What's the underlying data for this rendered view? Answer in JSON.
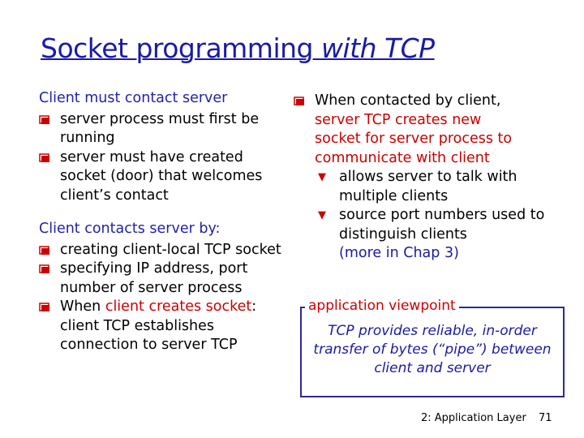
{
  "title": {
    "part1": "Socket programming ",
    "part2": "with TCP"
  },
  "left": {
    "lead1": "Client must contact server",
    "bullets1": [
      "server process must first be running",
      "server must have created socket (door) that welcomes client’s contact"
    ],
    "lead2": "Client contacts server by:",
    "bullets2": [
      "creating client-local TCP socket",
      "specifying IP address, port number of server process"
    ],
    "bullet_last": {
      "pre": "When ",
      "red": "client creates socket",
      "post": ": client TCP establishes connection to server TCP"
    }
  },
  "right": {
    "bullet_main": "When contacted by client,",
    "red_lines": [
      "server TCP creates new",
      "socket for server process to",
      "communicate with client"
    ],
    "sub": [
      "allows server to talk with multiple clients",
      "source port numbers used to distinguish clients"
    ],
    "more": "(more in Chap 3)"
  },
  "viewpoint": {
    "label": "application viewpoint",
    "text": "TCP provides reliable, in-order transfer of bytes (“pipe”) between client and server"
  },
  "footer": {
    "chapter": "2: Application Layer",
    "page": "71"
  },
  "colors": {
    "title": "#1a1aa6",
    "red": "#cc0000",
    "bullet": "#cc0000"
  },
  "icons": {
    "bullet": "r-square-bullet",
    "sub_bullet": "v-arrow-bullet"
  }
}
